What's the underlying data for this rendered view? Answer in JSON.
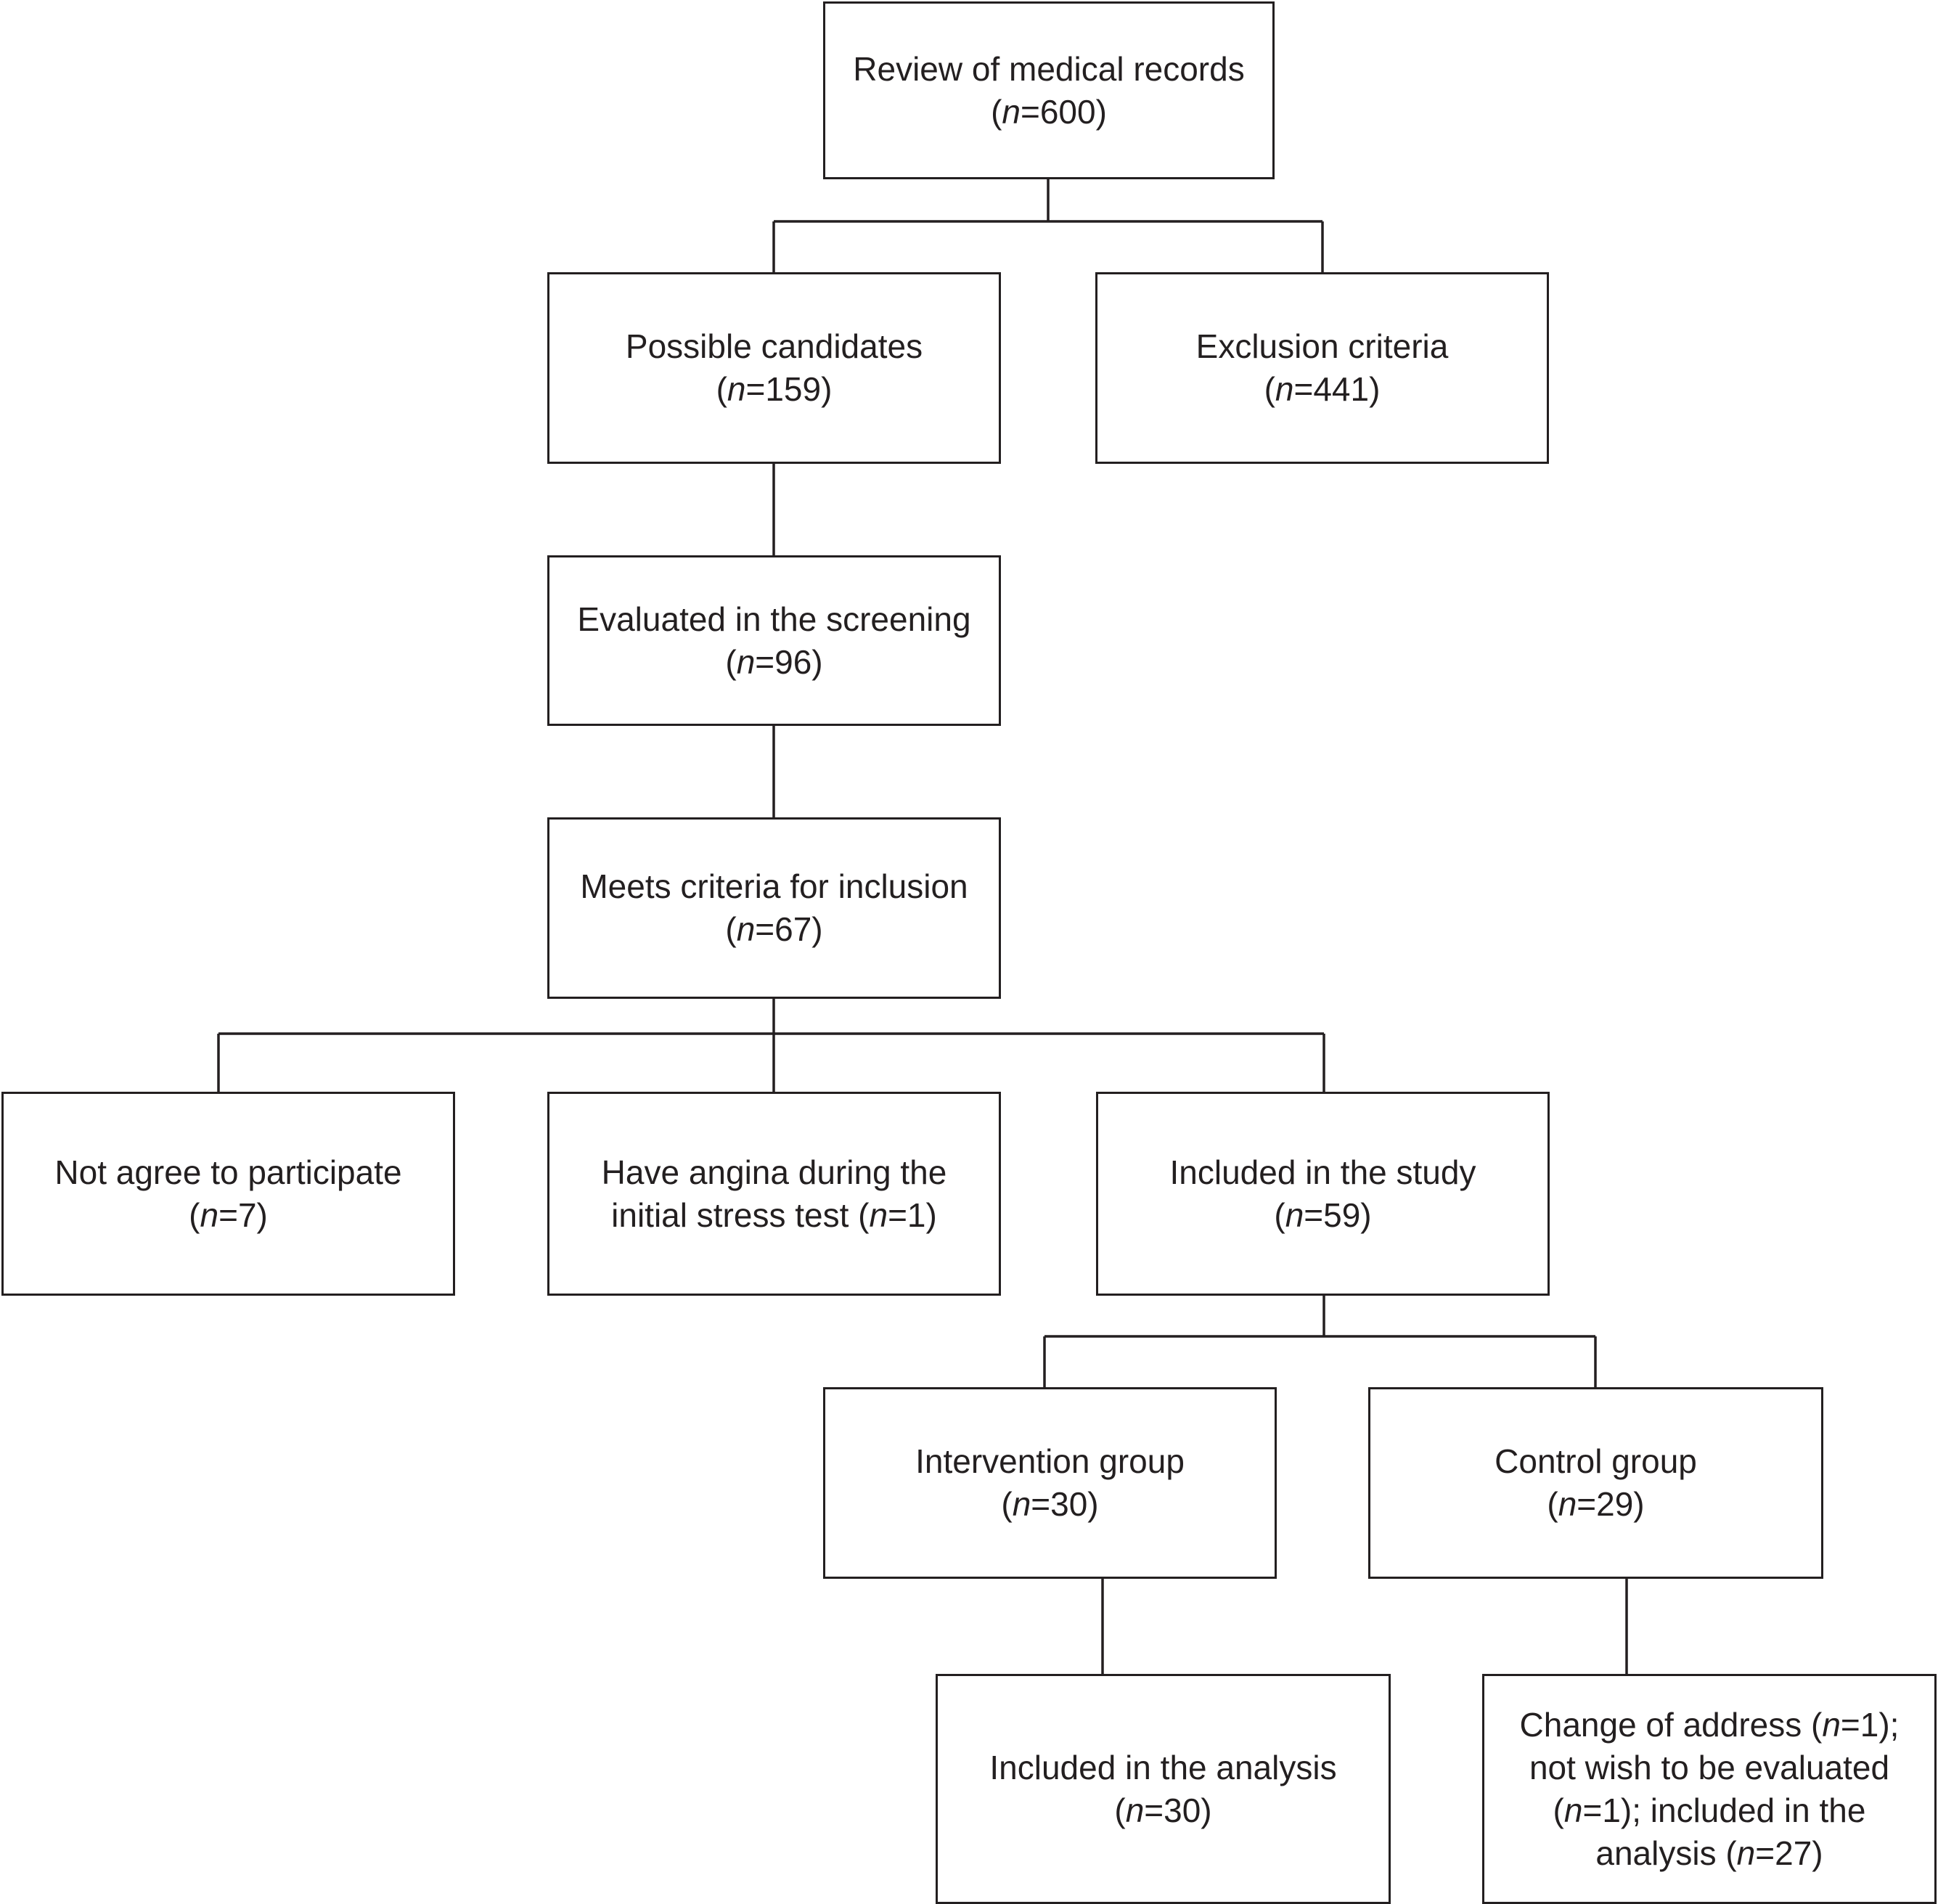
{
  "boxes": [
    {
      "id": "review-medical-records",
      "lines": [
        [
          {
            "t": "Review of medical records"
          }
        ],
        [
          {
            "t": "("
          },
          {
            "t": "n",
            "i": true
          },
          {
            "t": "=600)"
          }
        ]
      ]
    },
    {
      "id": "possible-candidates",
      "lines": [
        [
          {
            "t": "Possible candidates"
          }
        ],
        [
          {
            "t": "("
          },
          {
            "t": "n",
            "i": true
          },
          {
            "t": "=159)"
          }
        ]
      ]
    },
    {
      "id": "exclusion-criteria",
      "lines": [
        [
          {
            "t": "Exclusion criteria"
          }
        ],
        [
          {
            "t": "("
          },
          {
            "t": "n",
            "i": true
          },
          {
            "t": "=441)"
          }
        ]
      ]
    },
    {
      "id": "evaluated-in-screening",
      "lines": [
        [
          {
            "t": "Evaluated in the screening"
          }
        ],
        [
          {
            "t": "("
          },
          {
            "t": "n",
            "i": true
          },
          {
            "t": "=96)"
          }
        ]
      ]
    },
    {
      "id": "meets-inclusion-criteria",
      "lines": [
        [
          {
            "t": "Meets criteria for inclusion"
          }
        ],
        [
          {
            "t": "("
          },
          {
            "t": "n",
            "i": true
          },
          {
            "t": "=67)"
          }
        ]
      ]
    },
    {
      "id": "not-agree-to-participate",
      "lines": [
        [
          {
            "t": "Not agree to participate"
          }
        ],
        [
          {
            "t": "("
          },
          {
            "t": "n",
            "i": true
          },
          {
            "t": "=7)"
          }
        ]
      ]
    },
    {
      "id": "angina-stress-test",
      "lines": [
        [
          {
            "t": "Have angina during the"
          }
        ],
        [
          {
            "t": "initial stress test ("
          },
          {
            "t": "n",
            "i": true
          },
          {
            "t": "=1)"
          }
        ]
      ]
    },
    {
      "id": "included-in-study",
      "lines": [
        [
          {
            "t": "Included in the study"
          }
        ],
        [
          {
            "t": "("
          },
          {
            "t": "n",
            "i": true
          },
          {
            "t": "=59)"
          }
        ]
      ]
    },
    {
      "id": "intervention-group",
      "lines": [
        [
          {
            "t": "Intervention group"
          }
        ],
        [
          {
            "t": "("
          },
          {
            "t": "n",
            "i": true
          },
          {
            "t": "=30)"
          }
        ]
      ]
    },
    {
      "id": "control-group",
      "lines": [
        [
          {
            "t": "Control group"
          }
        ],
        [
          {
            "t": "("
          },
          {
            "t": "n",
            "i": true
          },
          {
            "t": "=29)"
          }
        ]
      ]
    },
    {
      "id": "intervention-included-in-analysis",
      "lines": [
        [
          {
            "t": "Included in the analysis"
          }
        ],
        [
          {
            "t": "("
          },
          {
            "t": "n",
            "i": true
          },
          {
            "t": "=30)"
          }
        ]
      ]
    },
    {
      "id": "control-outcome",
      "lines": [
        [
          {
            "t": "Change of address ("
          },
          {
            "t": "n",
            "i": true
          },
          {
            "t": "=1);"
          }
        ],
        [
          {
            "t": "not wish to be evaluated"
          }
        ],
        [
          {
            "t": "("
          },
          {
            "t": "n",
            "i": true
          },
          {
            "t": "=1); included in the"
          }
        ],
        [
          {
            "t": "analysis ("
          },
          {
            "t": "n",
            "i": true
          },
          {
            "t": "=27)"
          }
        ]
      ]
    }
  ]
}
